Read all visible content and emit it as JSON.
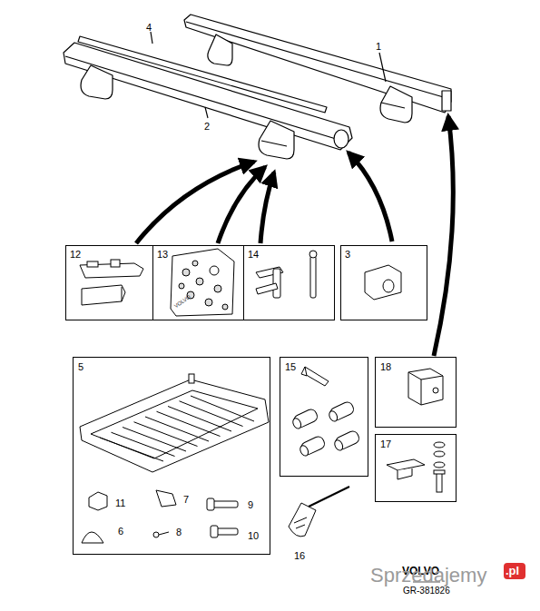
{
  "diagram": {
    "nodes": [
      {
        "text": [
          "12"
        ]
      },
      {
        "text": [
          "13",
          "VOLVO"
        ]
      },
      {
        "text": [
          "14"
        ]
      },
      {
        "text": [
          "3"
        ]
      },
      {
        "text": [
          "5"
        ]
      },
      {
        "text": [
          "15"
        ]
      },
      {
        "text": [
          "18"
        ]
      },
      {
        "text": [
          "17"
        ]
      }
    ],
    "labels": [
      "4",
      "1",
      "2",
      "11",
      "7",
      "9",
      "6",
      "8",
      "10",
      "16",
      "VOLVO",
      "GR-381826",
      "Sprzedajemy",
      ".pl"
    ]
  }
}
